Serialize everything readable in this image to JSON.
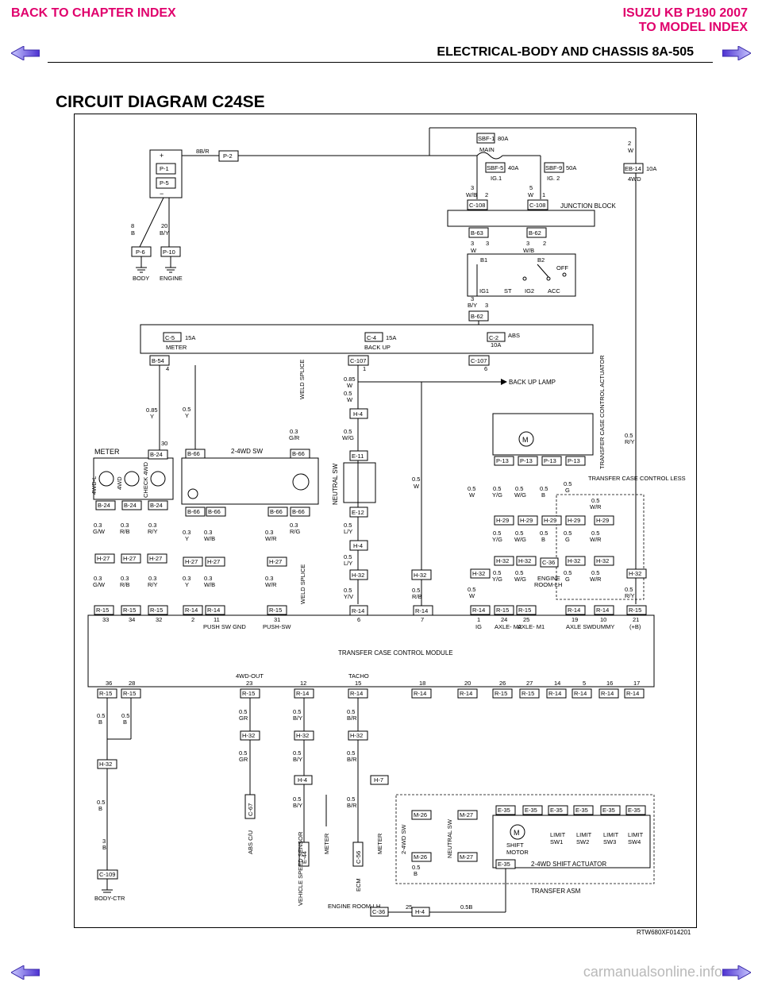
{
  "nav": {
    "back_chapter": "BACK TO CHAPTER INDEX",
    "model_line1": "ISUZU KB P190 2007",
    "model_line2": "TO MODEL INDEX"
  },
  "header": {
    "section": "ELECTRICAL-BODY AND CHASSIS  8A-505"
  },
  "page_title": "CIRCUIT DIAGRAM C24SE",
  "diagram": {
    "fuses": [
      {
        "id": "SBF-1",
        "rating": "80A",
        "sub": "MAIN"
      },
      {
        "id": "SBF-5",
        "rating": "40A",
        "sub": "IG.1"
      },
      {
        "id": "SBF-9",
        "rating": "50A",
        "sub": "IG. 2"
      },
      {
        "id": "EB-14",
        "rating": "10A",
        "sub": "4WD"
      },
      {
        "id": "C-5",
        "rating": "15A",
        "sub": "METER"
      },
      {
        "id": "C-4",
        "rating": "15A",
        "sub": "BACK UP"
      },
      {
        "id": "C-2",
        "rating": "10A",
        "sub": "ABS"
      }
    ],
    "labels": {
      "junction_block": "JUNCTION BLOCK",
      "meter": "METER",
      "sw_2_4wd": "2-4WD SW",
      "neutral_sw": "NEUTRAL SW",
      "back_up_lamp": "BACK UP LAMP",
      "weld_splice": "WELD SPLICE",
      "tcca": "TRANSFER CASE CONTROL ACTUATOR",
      "tcc_less": "TRANSFER CASE CONTROL LESS",
      "module": "TRANSFER CASE CONTROL MODULE",
      "engine_room_lh": "ENGINE ROOM-LH",
      "shift_actuator": "2-4WD SHIFT  ACTUATOR",
      "shift_motor": "SHIFT MOTOR",
      "transfer_asm": "TRANSFER ASM",
      "body": "BODY",
      "engine": "ENGINE",
      "body_ctr": "BODY-CTR",
      "abs_cu": "ABS C/U",
      "vss": "VEHICLE SPEED SENSOR",
      "ecm": "ECM",
      "meter_v": "METER",
      "ign_ig1": "IG1",
      "ign_st": "ST",
      "ign_ig2": "IG2",
      "ign_acc": "ACC",
      "ign_off": "OFF",
      "ign_b1": "B1",
      "ign_b2": "B2",
      "ind_4wdl": "4WD-L",
      "ind_4wd": "4WD",
      "ind_check": "CHECK 4WD",
      "sw_24wd_v": "2-4WD SW",
      "neutral_v": "NEUTRAL SW",
      "limit_sw1": "LIMIT SW1",
      "limit_sw2": "LIMIT SW2",
      "limit_sw3": "LIMIT SW3",
      "limit_sw4": "LIMIT SW4",
      "pin_push_sw_gnd": "PUSH SW GND",
      "pin_push_sw": "PUSH-SW",
      "pin_ig": "IG",
      "pin_axle_m2": "AXLE- M2",
      "pin_axle_m1": "AXLE- M1",
      "pin_axle_sw": "AXLE SW",
      "pin_dummy": "DUMMY",
      "pin_plus_b": "(+B)",
      "pin_4wd_out": "4WD-OUT",
      "pin_tacho": "TACHO"
    },
    "module_top_pins": [
      "33",
      "34",
      "32",
      "2",
      "11",
      "31",
      "6",
      "7",
      "1",
      "24",
      "25",
      "19",
      "10",
      "21"
    ],
    "module_bottom_pins": [
      "36",
      "28",
      "23",
      "12",
      "15",
      "18",
      "20",
      "26",
      "27",
      "14",
      "5",
      "16",
      "17"
    ],
    "ref_code": "RTW680XF014201"
  },
  "watermark": "carmanualsonline.info"
}
